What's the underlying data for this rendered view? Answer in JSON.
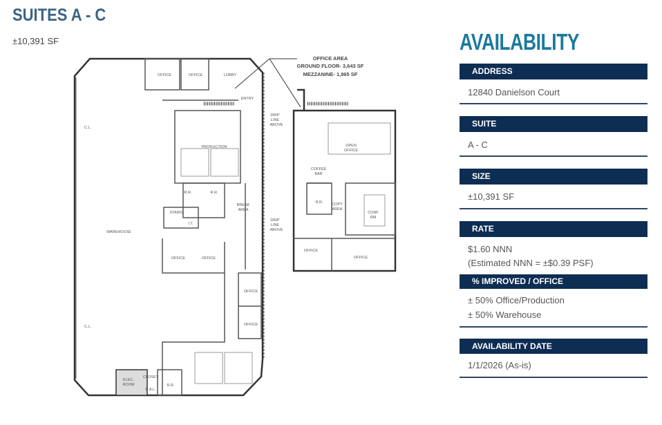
{
  "header": {
    "title": "SUITES A - C",
    "size": "±10,391 SF"
  },
  "floor_plan": {
    "note": [
      "OFFICE AREA",
      "GROUND FLOOR- 3,643 SF",
      "MEZZANINE- 1,965 SF"
    ],
    "labels": {
      "office1": "OFFICE",
      "office2": "OFFICE",
      "lobby": "LOBBY",
      "entry": "ENTRY",
      "drip1": [
        "DRIP",
        "LINE",
        "ABOVE"
      ],
      "drip2": [
        "DRIP",
        "LINE",
        "ABOVE"
      ],
      "production": "PRODUCTION",
      "rr1": "R.R.",
      "rr2": "R.R.",
      "break": [
        "BREAK",
        "AREA"
      ],
      "stairs": "STAIRS",
      "it": "I.T.",
      "warehouse": "WAREHOUSE",
      "office3": "OFFICE",
      "office4": "OFFICE",
      "office5": "OFFICE",
      "office6": "OFFICE",
      "elec": [
        "ELEC.",
        "ROOM"
      ],
      "closet": "CLOSET",
      "ral": "R.A.L.",
      "rr3": "R.R.",
      "cl1": "C.L.",
      "cl2": "C.L.",
      "coffee": [
        "COFFEE",
        "BAR"
      ],
      "open_office": [
        "OPEN",
        "OFFICE"
      ],
      "rr4": "R.R.",
      "copy": [
        "COPY",
        "AREA"
      ],
      "conf": [
        "CONF",
        "RM"
      ],
      "office7": "OFFICE",
      "office8": "OFFICE"
    }
  },
  "availability": {
    "title": "AVAILABILITY",
    "sections": [
      {
        "label": "ADDRESS",
        "values": [
          "12840 Danielson Court"
        ]
      },
      {
        "label": "SUITE",
        "values": [
          "A - C"
        ]
      },
      {
        "label": "SIZE",
        "values": [
          "±10,391 SF"
        ]
      },
      {
        "label": "RATE",
        "values": [
          "$1.60 NNN",
          "(Estimated NNN = ±$0.39 PSF)"
        ]
      },
      {
        "label": "% IMPROVED / OFFICE",
        "values": [
          "± 50% Office/Production",
          "± 50% Warehouse"
        ]
      },
      {
        "label": "AVAILABILITY DATE",
        "values": [
          "1/1/2026 (As-is)"
        ]
      }
    ]
  },
  "colors": {
    "title": "#3b6485",
    "availability_title": "#1b7a9c",
    "header_bar": "#0d2d52"
  }
}
